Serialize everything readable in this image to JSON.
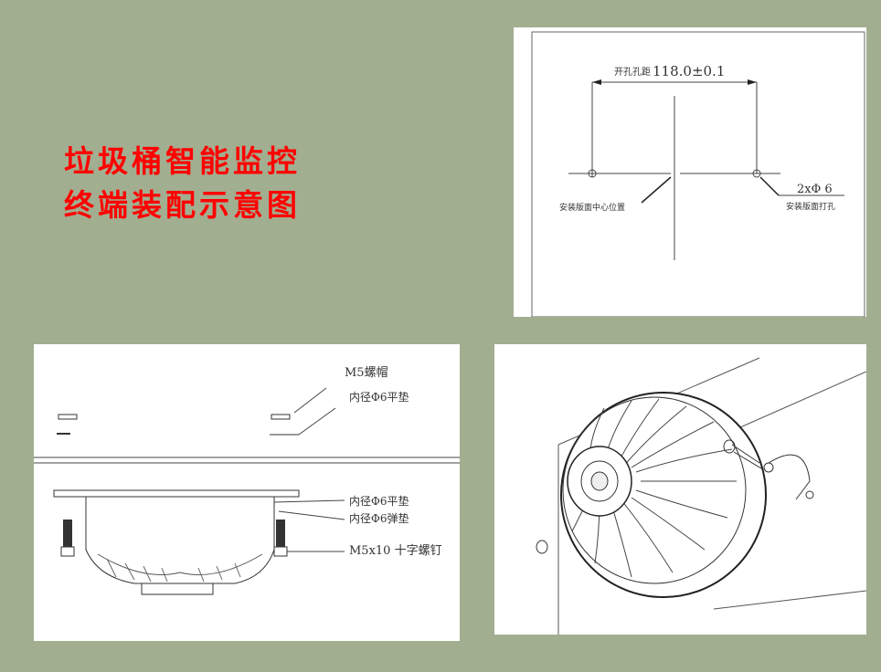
{
  "title": {
    "line1": "垃圾桶智能监控",
    "line2": "终端装配示意图"
  },
  "colors": {
    "background": "#a2ae90",
    "title": "#ff0000"
  },
  "hole_drawing": {
    "dimension_label": "开孔孔距",
    "dimension_value": "118.0±0.1",
    "center_label": "安装版面中心位置",
    "hole_spec": "2xΦ 6",
    "hole_label": "安装版面打孔"
  },
  "side_view": {
    "labels": [
      "M5螺帽",
      "内径Φ6平垫",
      "内径Φ6平垫",
      "内径Φ6弹垫",
      "M5x10 十字螺钉"
    ]
  }
}
